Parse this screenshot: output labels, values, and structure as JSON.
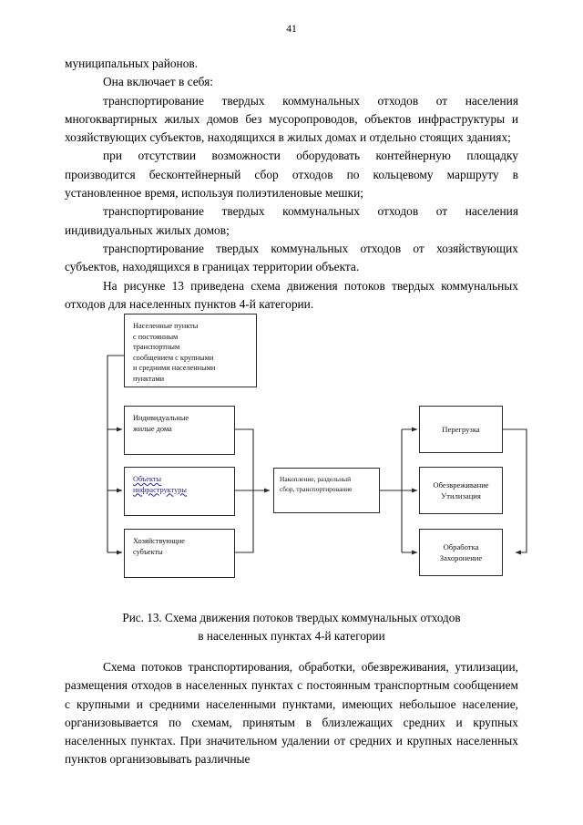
{
  "page": {
    "number": "41"
  },
  "body": {
    "paragraphs": [
      {
        "id": "p1",
        "indent": false,
        "text": "муниципальных районов."
      },
      {
        "id": "p2",
        "indent": true,
        "text": "Она включает в себя:"
      },
      {
        "id": "p3",
        "indent": true,
        "text": "транспортирование твердых коммунальных отходов от населения многоквартирных жилых домов без мусоропроводов, объектов инфраструктуры и хозяйствующих субъектов, находящихся в жилых домах и отдельно стоящих зданиях;"
      },
      {
        "id": "p4",
        "indent": true,
        "text": "при отсутствии возможности оборудовать контейнерную площадку производится бесконтейнерный сбор отходов по кольцевому маршруту в установленное время, используя полиэтиленовые мешки;"
      },
      {
        "id": "p5",
        "indent": true,
        "text": "транспортирование твердых коммунальных отходов от населения индивидуальных жилых домов;"
      },
      {
        "id": "p6",
        "indent": true,
        "text": "транспортирование твердых коммунальных отходов от хозяйствующих субъектов, находящихся в границах территории объекта."
      },
      {
        "id": "p7",
        "indent": true,
        "text": "На рисунке 13 приведена схема движения потоков твердых коммунальных отходов для населенных пунктов 4-й категории."
      }
    ]
  },
  "figure": {
    "caption_line1": "Рис. 13. Схема движения потоков твердых коммунальных отходов",
    "caption_line2": "в населенных пунктах 4-й категории",
    "nodes": {
      "settlements": {
        "lines": [
          "Населенные пункты",
          "с постоянным",
          "транспортным",
          "сообщением с крупными",
          "и средними населенными",
          "пунктами"
        ]
      },
      "individual_houses": {
        "lines": [
          "Индивидуальные",
          "жилые дома"
        ]
      },
      "infrastructure": {
        "lines": [
          "Объекты",
          "инфраструктуры"
        ],
        "spellcheck_color": "#2323a0"
      },
      "economic_entities": {
        "lines": [
          "Хозяйствующие",
          "субъекты"
        ]
      },
      "accumulation": {
        "lines": [
          "Накопление, раздельный",
          "сбор, транспортирование"
        ]
      },
      "transfer": {
        "lines": [
          "Перегрузка"
        ]
      },
      "neutralization": {
        "lines": [
          "Обезвреживание",
          "Утилизация"
        ]
      },
      "treatment": {
        "lines": [
          "Обработка",
          "Захоронение"
        ]
      }
    }
  },
  "tail": {
    "paragraphs": [
      {
        "id": "t1",
        "indent": true,
        "text": "Схема потоков транспортирования, обработки, обезвреживания, утилизации, размещения отходов в населенных пунктах с постоянным транспортным сообщением с крупными и средними населенными пунктами, имеющих небольшое население, организовывается по схемам, принятым в близлежащих средних и крупных населенных пунктах. При значительном удалении от средних и крупных населенных пунктов организовывать различные"
      }
    ]
  }
}
